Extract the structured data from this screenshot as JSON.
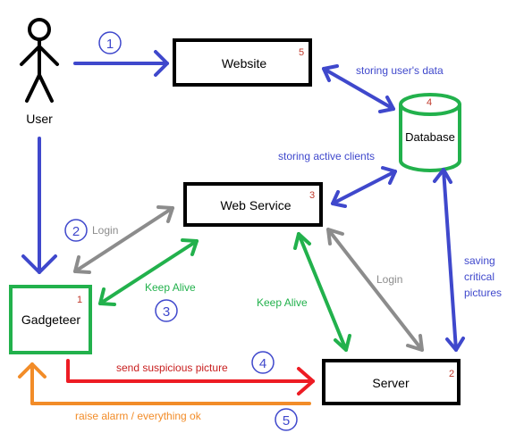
{
  "colors": {
    "blue": "#3f48cc",
    "gray": "#8c8c8c",
    "green": "#22b14c",
    "red": "#ed1c24",
    "darkred": "#c81e1e",
    "orange": "#f28c28",
    "black": "#000000",
    "numred": "#c0392b"
  },
  "nodes": {
    "user": {
      "label": "User",
      "icon": "stick-figure-icon"
    },
    "website": {
      "label": "Website",
      "number": "5"
    },
    "database": {
      "label": "Database",
      "number": "4"
    },
    "web_service": {
      "label": "Web Service",
      "number": "3"
    },
    "gadgeteer": {
      "label": "Gadgeteer",
      "number": "1"
    },
    "server": {
      "label": "Server",
      "number": "2"
    }
  },
  "steps": [
    "1",
    "2",
    "3",
    "4",
    "5"
  ],
  "edges": {
    "storing_users_data": "storing user's data",
    "storing_active_clients": "storing active clients",
    "login_gadgeteer": "Login",
    "keep_alive_gadgeteer": "Keep Alive",
    "keep_alive_server": "Keep Alive",
    "login_server": "Login",
    "saving_critical_pictures": [
      "saving",
      "critical",
      "pictures"
    ],
    "send_suspicious_picture": "send suspicious picture",
    "raise_alarm": "raise alarm / everything ok"
  }
}
